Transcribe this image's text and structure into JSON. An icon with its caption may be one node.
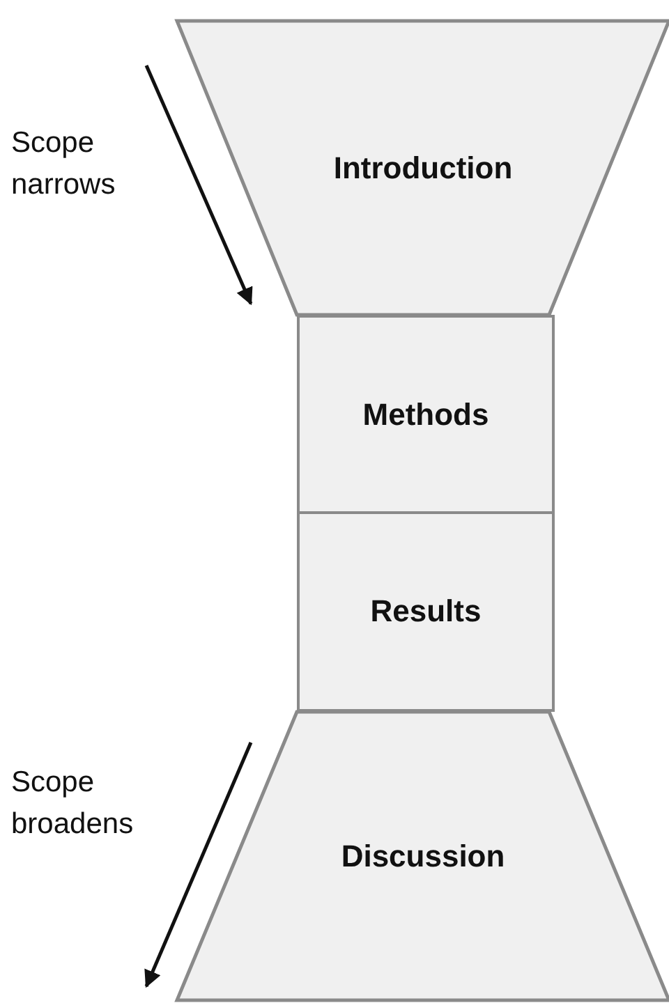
{
  "diagram": {
    "nodes": [
      {
        "text": [
          "Introduction"
        ]
      },
      {
        "text": [
          "Methods"
        ]
      },
      {
        "text": [
          "Results"
        ]
      },
      {
        "text": [
          "Discussion"
        ]
      }
    ],
    "labels": [
      "Scope narrows",
      "Scope broadens"
    ]
  }
}
